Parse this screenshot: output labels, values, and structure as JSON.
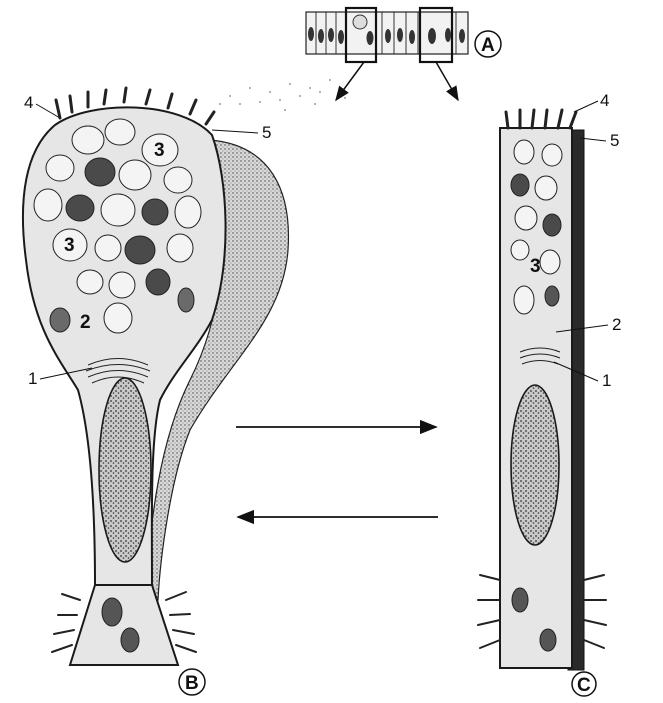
{
  "figure": {
    "panels": [
      {
        "id": "A",
        "label": "A",
        "description": "epithelium strip with two boxed cells"
      },
      {
        "id": "B",
        "label": "B",
        "description": "goblet cell, secretory state"
      },
      {
        "id": "C",
        "label": "C",
        "description": "columnar cell, resting state"
      }
    ],
    "callouts_B": [
      "4",
      "5",
      "3",
      "3",
      "2",
      "1"
    ],
    "callouts_C": [
      "4",
      "5",
      "3",
      "2",
      "1"
    ],
    "arrows": [
      {
        "direction": "right",
        "meaning": "B to C"
      },
      {
        "direction": "left",
        "meaning": "C to B"
      }
    ],
    "colors": {
      "ink": "#1a1a1a",
      "cytoplasm": "#e9e9e9",
      "granule_light": "#f4f4f4",
      "granule_dark": "#4a4a4a",
      "nucleus": "#bdbdbd",
      "background": "#ffffff"
    }
  }
}
